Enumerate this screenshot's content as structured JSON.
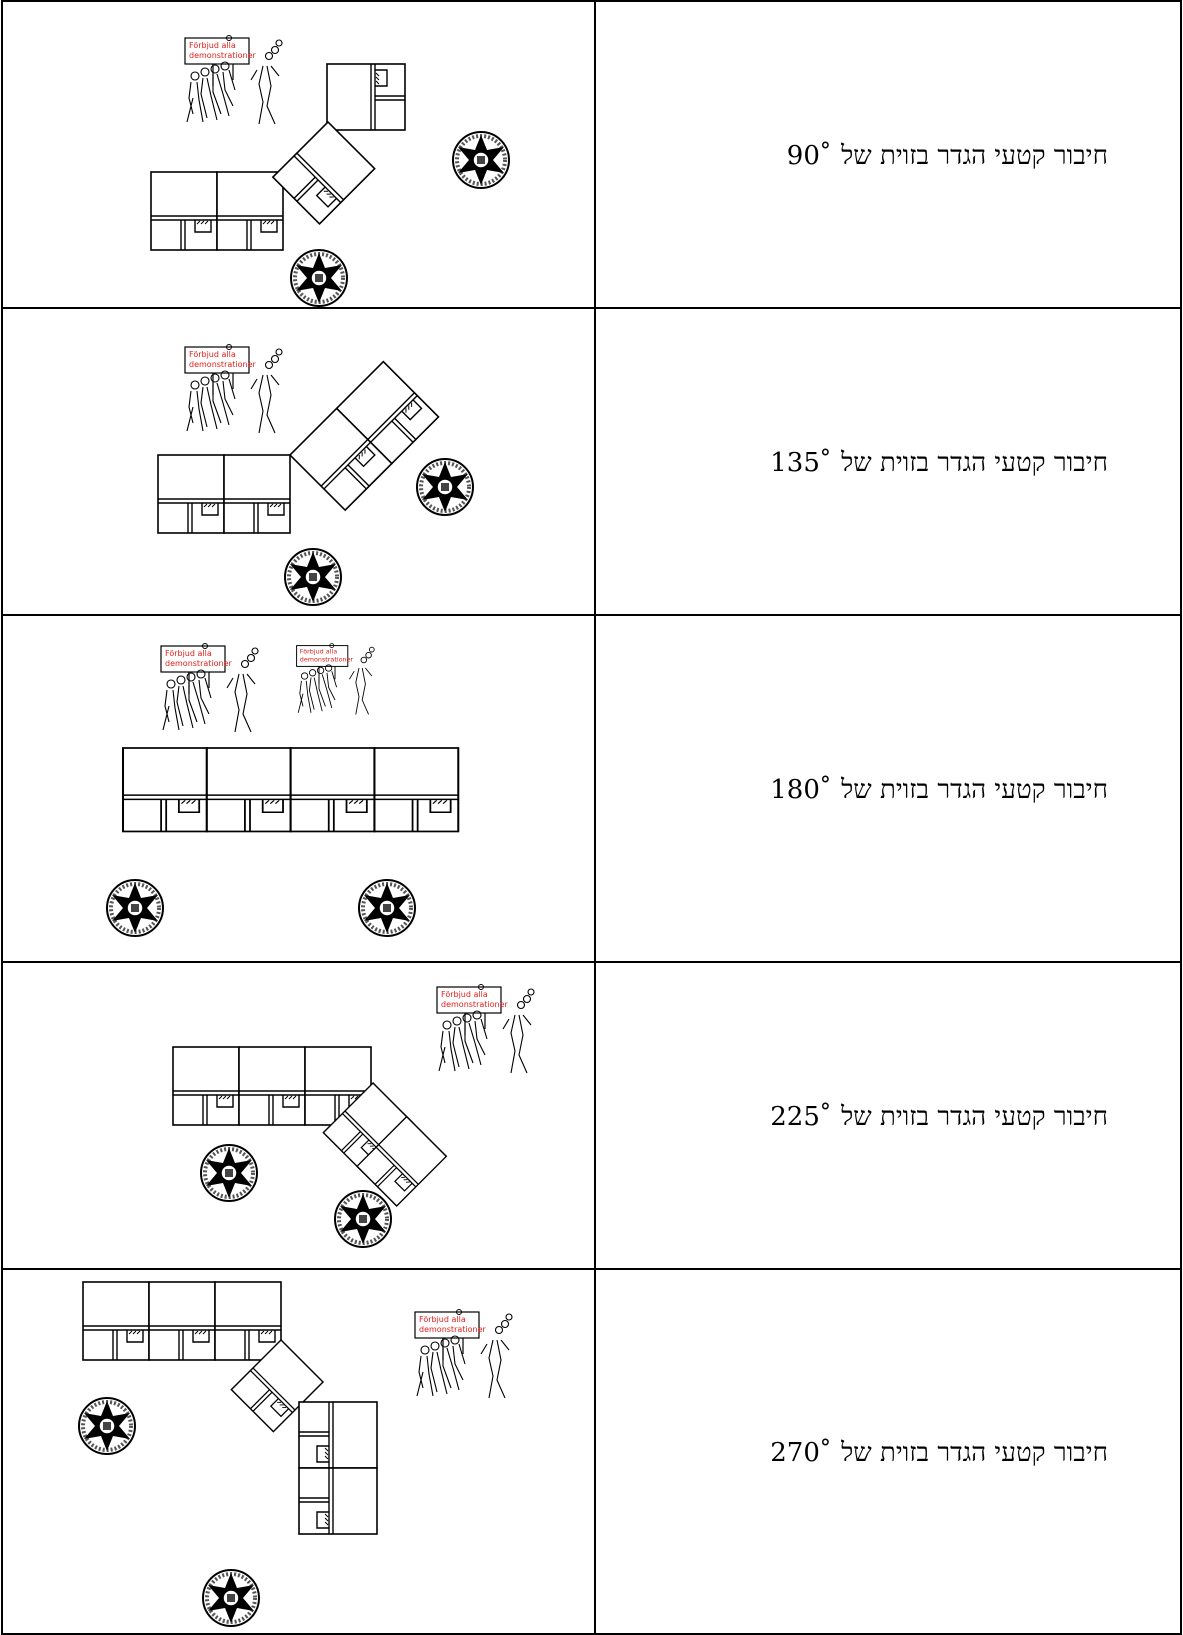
{
  "rows": [
    {
      "caption_prefix": "חיבור קטעי הגדר בזוית של",
      "angle": "90"
    },
    {
      "caption_prefix": "חיבור קטעי הגדר בזוית של",
      "angle": "135"
    },
    {
      "caption_prefix": "חיבור קטעי הגדר בזוית של",
      "angle": "180"
    },
    {
      "caption_prefix": "חיבור קטעי הגדר בזוית של",
      "angle": "225"
    },
    {
      "caption_prefix": "חיבור קטעי הגדר בזוית של",
      "angle": "270"
    }
  ],
  "degree_symbol": "°",
  "sign": {
    "line1": "Förbjud alla",
    "line2": "demonstrationer"
  },
  "icons": {
    "emblem": "police-emblem-icon",
    "protesters": "protester-group-icon",
    "fence": "fence-segment-icon"
  },
  "colors": {
    "border": "#000000",
    "sign_text": "#e0201c"
  }
}
